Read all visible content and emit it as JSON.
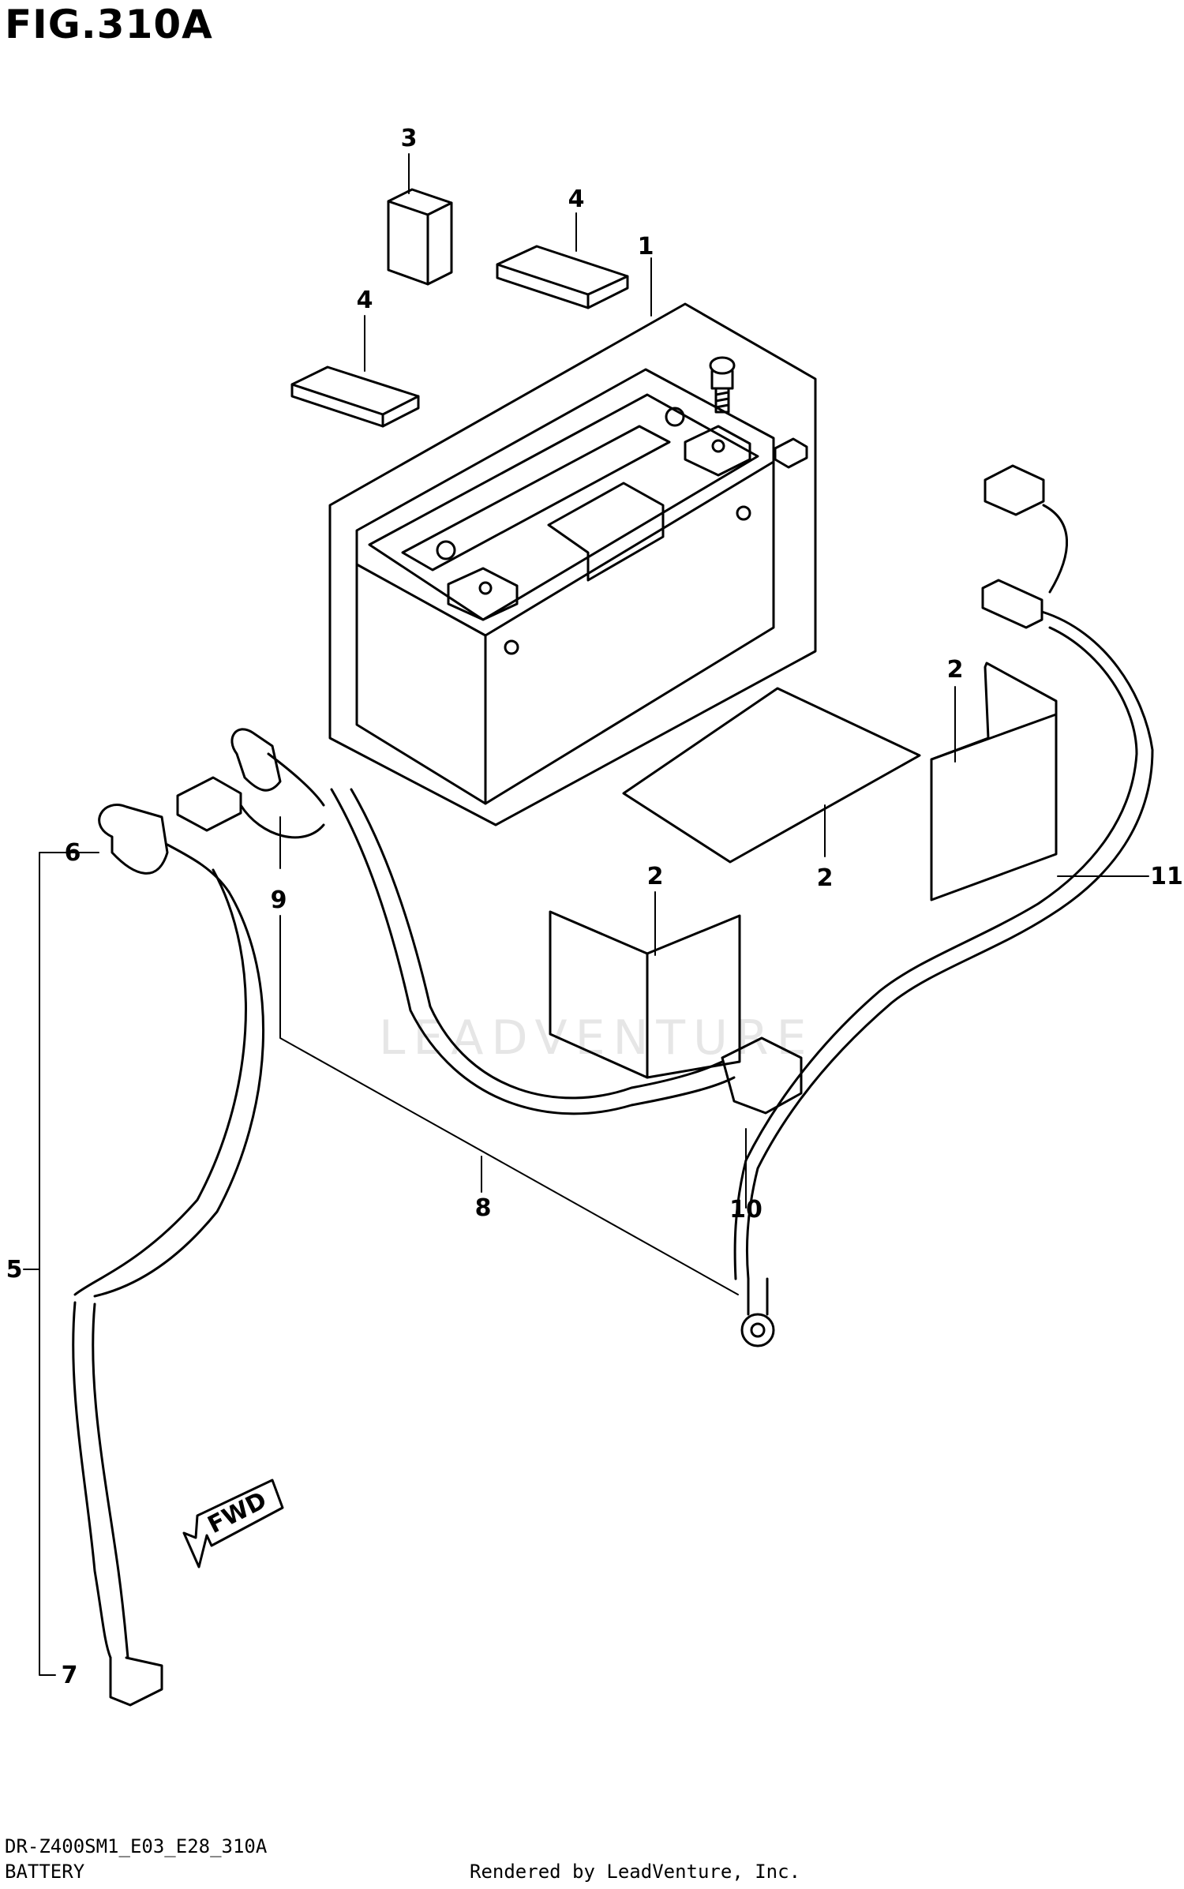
{
  "figure": {
    "title": "FIG.310A",
    "callouts": [
      "1",
      "2",
      "2",
      "2",
      "2",
      "3",
      "4",
      "4",
      "5",
      "6",
      "7",
      "8",
      "9",
      "10",
      "11"
    ],
    "fwd_label": "FWD"
  },
  "watermark": "LEADVENTURE",
  "footer": {
    "part_code": "DR-Z400SM1_E03_E28_310A",
    "section": "BATTERY",
    "credit": "Rendered by LeadVenture, Inc."
  }
}
